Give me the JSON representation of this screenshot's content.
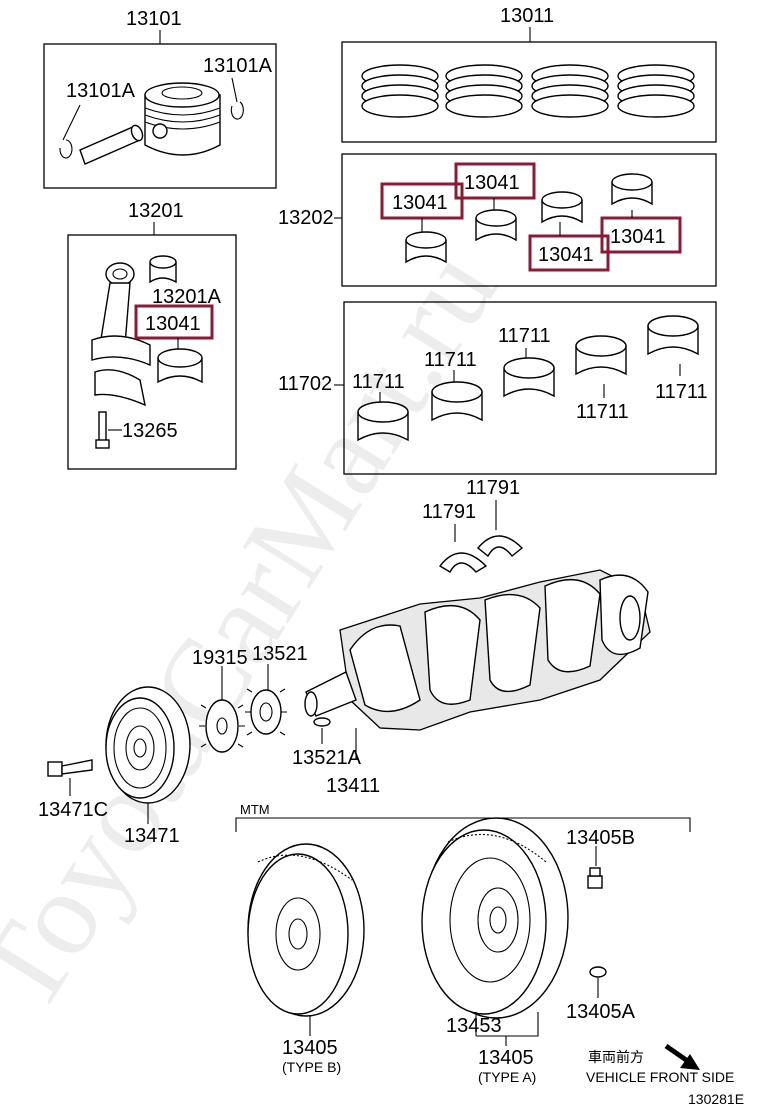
{
  "labels": {
    "p13101": "13101",
    "p13101A_left": "13101A",
    "p13101A_right": "13101A",
    "p13011": "13011",
    "p13201": "13201",
    "p13201A": "13201A",
    "p13041_rod": "13041",
    "p13265": "13265",
    "p13202": "13202",
    "p13041_a": "13041",
    "p13041_b": "13041",
    "p13041_c": "13041",
    "p13041_d": "13041",
    "p11702": "11702",
    "p11711_1": "11711",
    "p11711_2": "11711",
    "p11711_3": "11711",
    "p11711_4": "11711",
    "p11711_5": "11711",
    "p11791_top": "11791",
    "p11791_left": "11791",
    "p19315": "19315",
    "p13521": "13521",
    "p13521A": "13521A",
    "p13411": "13411",
    "p13471C": "13471C",
    "p13471": "13471",
    "mtm": "MTM",
    "p13405B": "13405B",
    "p13405A": "13405A",
    "p13453": "13453",
    "p13405_b": "13405",
    "type_b": "(TYPE B)",
    "p13405_a": "13405",
    "type_a": "(TYPE A)",
    "front_jp": "車両前方",
    "front_en": "VEHICLE FRONT SIDE",
    "diagram_code": "130281E"
  },
  "watermark": "ToyotaCarMart.ru",
  "highlight_color": "#8b1a35"
}
